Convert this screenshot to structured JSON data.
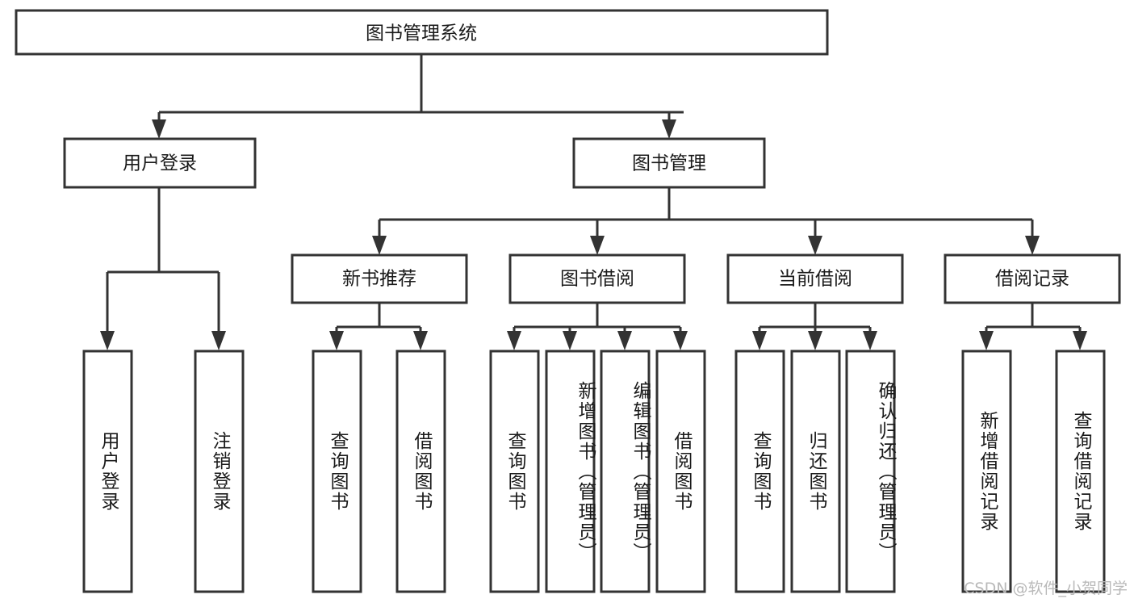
{
  "diagram": {
    "title": "图书管理系统",
    "type": "tree",
    "watermark": "CSDN @软件_小贺同学",
    "colors": {
      "stroke": "#333333",
      "fill": "#ffffff",
      "text": "#1a1a1a",
      "watermark": "#b9b9b9",
      "background": "#ffffff"
    },
    "levels": {
      "root": {
        "label": "图书管理系统"
      },
      "level2": [
        {
          "id": "user-login",
          "label": "用户登录"
        },
        {
          "id": "book-management",
          "label": "图书管理"
        }
      ],
      "level3": [
        {
          "id": "new-book-recommend",
          "label": "新书推荐",
          "parent": "book-management"
        },
        {
          "id": "book-borrow",
          "label": "图书借阅",
          "parent": "book-management"
        },
        {
          "id": "current-borrow",
          "label": "当前借阅",
          "parent": "book-management"
        },
        {
          "id": "borrow-record",
          "label": "借阅记录",
          "parent": "book-management"
        }
      ],
      "leaves": [
        {
          "id": "leaf-user-login",
          "label": "用户登录",
          "parent": "user-login"
        },
        {
          "id": "leaf-logout-login",
          "label": "注销登录",
          "parent": "user-login"
        },
        {
          "id": "leaf-query-book-1",
          "label": "查询图书",
          "parent": "new-book-recommend"
        },
        {
          "id": "leaf-borrow-book-1",
          "label": "借阅图书",
          "parent": "new-book-recommend"
        },
        {
          "id": "leaf-query-book-2",
          "label": "查询图书",
          "parent": "book-borrow"
        },
        {
          "id": "leaf-add-book",
          "label": "新增图书（管理员）",
          "parent": "book-borrow"
        },
        {
          "id": "leaf-edit-book",
          "label": "编辑图书（管理员）",
          "parent": "book-borrow"
        },
        {
          "id": "leaf-borrow-book-2",
          "label": "借阅图书",
          "parent": "book-borrow"
        },
        {
          "id": "leaf-query-book-3",
          "label": "查询图书",
          "parent": "current-borrow"
        },
        {
          "id": "leaf-return-book",
          "label": "归还图书",
          "parent": "current-borrow"
        },
        {
          "id": "leaf-confirm-return",
          "label": "确认归还（管理员）",
          "parent": "current-borrow"
        },
        {
          "id": "leaf-add-record",
          "label": "新增借阅记录",
          "parent": "borrow-record"
        },
        {
          "id": "leaf-query-record",
          "label": "查询借阅记录",
          "parent": "borrow-record"
        }
      ]
    }
  }
}
